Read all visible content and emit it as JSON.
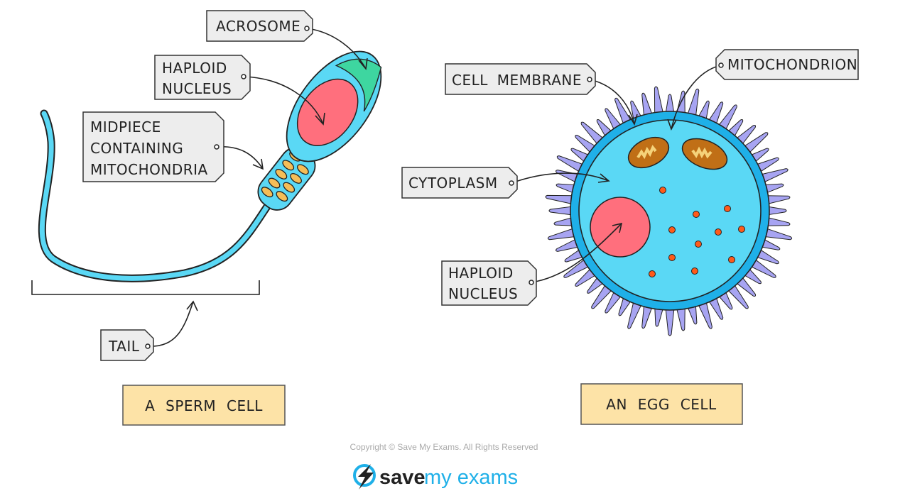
{
  "sperm": {
    "labels": {
      "acrosome": "ACROSOME",
      "nucleus_1": "HAPLOID",
      "nucleus_2": "NUCLEUS",
      "midpiece_1": "MIDPIECE",
      "midpiece_2": "CONTAINING",
      "midpiece_3": "MITOCHONDRIA",
      "tail": "TAIL"
    },
    "caption": "A SPERM CELL"
  },
  "egg": {
    "labels": {
      "membrane": "CELL MEMBRANE",
      "mitochondrion": "MITOCHONDRION",
      "cytoplasm": "CYTOPLASM",
      "nucleus_1": "HAPLOID",
      "nucleus_2": "NUCLEUS"
    },
    "caption": "AN EGG CELL"
  },
  "footer": {
    "copyright": "Copyright © Save My Exams. All Rights Reserved",
    "logo_a": "save",
    "logo_b": "my exams"
  },
  "colors": {
    "cytoplasm": "#5ad8f5",
    "membrane": "#1fb0e8",
    "nucleus": "#ff6f7d",
    "acrosome": "#3ed6a0",
    "mito": "#f5bd57",
    "spikes": "#a7a4f2",
    "caption": "#fde3a7"
  }
}
